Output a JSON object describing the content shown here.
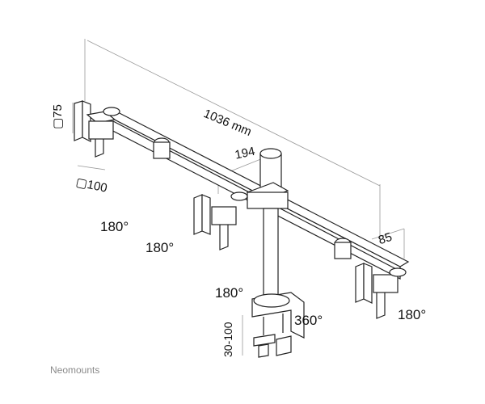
{
  "labels": {
    "width": "1036 mm",
    "center_offset": "194",
    "arm_depth": "85",
    "vesa_75": "▢75",
    "vesa_100": "▢100",
    "clamp_range": "30-100"
  },
  "rotations": {
    "left_tilt": "180°",
    "center_tilt": "180°",
    "pole_rotation": "180°",
    "right_tilt": "180°",
    "swivel": "360°"
  },
  "brand": "Neomounts",
  "colors": {
    "line": "#222222",
    "dim_line": "#9a9a9a"
  }
}
